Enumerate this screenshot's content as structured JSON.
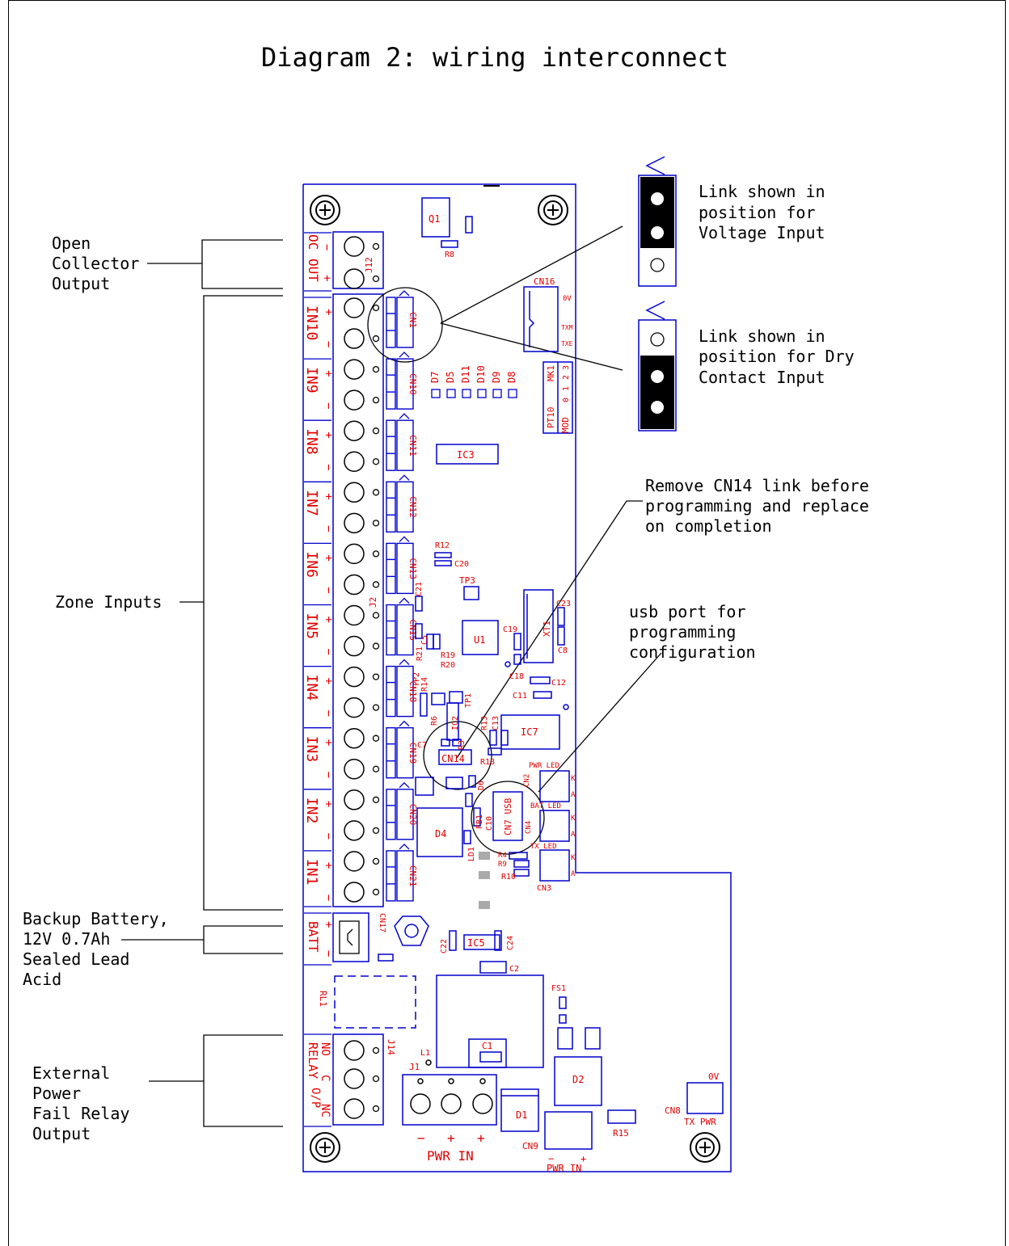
{
  "title": "Diagram 2: wiring interconnect",
  "callouts": {
    "open_collector": [
      "Open",
      "Collector",
      "Output"
    ],
    "zone_inputs": "Zone Inputs",
    "battery": [
      "Backup Battery,",
      "12V 0.7Ah",
      "Sealed Lead",
      "Acid"
    ],
    "relay": [
      "External",
      "Power",
      "Fail Relay",
      "Output"
    ],
    "voltage_link": [
      "Link shown in",
      "position for",
      "Voltage Input"
    ],
    "dry_link": [
      "Link shown in",
      "position for Dry",
      "Contact Input"
    ],
    "cn14": [
      "Remove CN14 link before",
      "programming and replace",
      "on completion"
    ],
    "usb": [
      "usb port for",
      "programming",
      "configuration"
    ]
  },
  "terminals": {
    "oc_top": "OC",
    "oc_bottom": "OUT",
    "batt": "BATT",
    "relay_no": "NO",
    "relay_name": "RELAY",
    "relay_c": "C",
    "relay_op": "O/P",
    "relay_nc": "NC",
    "inputs": [
      "IN10",
      "IN9",
      "IN8",
      "IN7",
      "IN6",
      "IN5",
      "IN4",
      "IN3",
      "IN2",
      "IN1"
    ],
    "plus": "+",
    "minus": "−"
  },
  "components": {
    "q1": "Q1",
    "r8": "R8",
    "j12": "J12",
    "j2": "J2",
    "j14": "J14",
    "j1": "J1",
    "cn1": "CN1",
    "cn10": "CN10",
    "cn11": "CN11",
    "cn12": "CN12",
    "cn13": "CN13",
    "cn15": "CN15",
    "cn18": "CN18",
    "cn19": "CN19",
    "cn20": "CN20",
    "cn21": "CN21",
    "cn16": "CN16",
    "cn16_0v": "0V",
    "cn16_txm": "TXM",
    "cn16_txe": "TXE",
    "leds": [
      "D7",
      "D5",
      "D11",
      "D10",
      "D9",
      "D8"
    ],
    "mk1": "MK1",
    "pt10": "PT10",
    "mod": "MOD",
    "pins": [
      "0",
      "1",
      "2",
      "3"
    ],
    "ic3": "IC3",
    "r12": "R12",
    "c20": "C20",
    "tp3": "TP3",
    "c21": "C21",
    "u1": "U1",
    "c19": "C19",
    "xt1": "XT1",
    "c23": "C23",
    "c8": "C8",
    "r21": "R21",
    "c5": "C5",
    "r19": "R19",
    "r20": "R20",
    "c18": "C18",
    "c12": "C12",
    "c11": "C11",
    "r14": "R14",
    "tp2": "TP2",
    "tp1": "TP1",
    "r6": "R6",
    "ic2": "IC2",
    "r13": "R13",
    "c13": "C13",
    "ic7": "IC7",
    "c7": "C7",
    "r3": "R3",
    "cn14": "CN14",
    "r18": "R18",
    "pwr_led": "PWR LED",
    "bat_led": "BAT LED",
    "tx_led": "TX LED",
    "cn2": "CN2",
    "cn4": "CN4",
    "cn3": "CN3",
    "k": "K",
    "a": "A",
    "d6": "D6",
    "fb1": "FB1",
    "c10": "C10",
    "cn7": "CN7 USB",
    "d4": "D4",
    "ld1": "LD1",
    "r4": "R4",
    "r9": "R9",
    "r10": "R10",
    "cn17": "CN17",
    "c22": "C22",
    "ic5": "IC5",
    "c24": "C24",
    "c2": "C2",
    "rl1": "RL1",
    "fs1": "FS1",
    "l1": "L1",
    "c1": "C1",
    "d2": "D2",
    "d1": "D1",
    "cn9": "CN9",
    "r15": "R15",
    "cn8": "CN8",
    "cn8_0v": "0V",
    "tx_pwr": "TX PWR",
    "pwr_in": "PWR IN"
  },
  "colors": {
    "board": "#0000cc",
    "silk": "#e00000",
    "ink": "#000000"
  }
}
